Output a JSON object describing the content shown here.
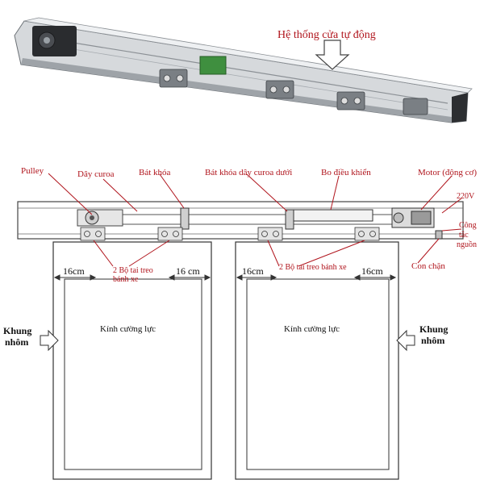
{
  "title": "Hệ thống cửa tự động",
  "labels": {
    "pulley": "Pulley",
    "belt": "Dây curoa",
    "lock_bracket": "Bát khóa",
    "belt_lock_bracket": "Bát khóa dây curoa dưới",
    "controller": "Bo điều khiển",
    "motor": "Motor (động cơ)",
    "voltage": "220V",
    "power_switch": [
      "Công",
      "tắc",
      "nguồn"
    ],
    "stopper": "Con chặn",
    "dim_left_a": "16cm",
    "dim_left_b": "16 cm",
    "dim_right_a": "16cm",
    "dim_right_b": "16cm",
    "hanger_left": [
      "2 Bộ tai treo",
      "bánh xe"
    ],
    "hanger_right": "2 Bộ tai treo bánh xe",
    "glass_left": "Kính cường lực",
    "glass_right": "Kính cường lực",
    "frame_left": [
      "Khung",
      "nhôm"
    ],
    "frame_right": [
      "Khung",
      "nhôm"
    ]
  },
  "colors": {
    "annotation_red": "#b0141c",
    "rail_silver": "#c9ccd0",
    "rail_dark": "#7d8287"
  }
}
